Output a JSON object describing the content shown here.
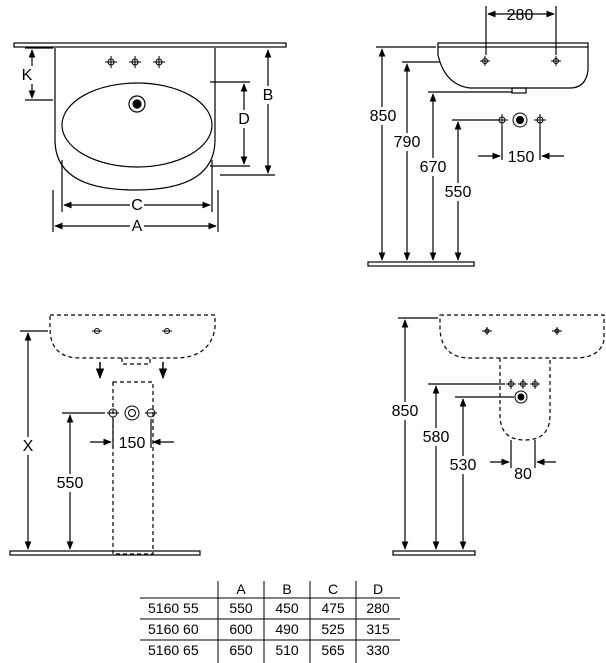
{
  "front_view": {
    "labels": {
      "k": "K",
      "b": "B",
      "d": "D",
      "c": "C",
      "a": "A"
    }
  },
  "side_view": {
    "labels": {
      "top": "280",
      "h850": "850",
      "h790": "790",
      "h670": "670",
      "h550": "550",
      "spacing": "150"
    }
  },
  "pedestal_view": {
    "labels": {
      "x": "X",
      "h550": "550",
      "spacing": "150"
    }
  },
  "semi_pedestal_view": {
    "labels": {
      "h850": "850",
      "h580": "580",
      "h530": "530",
      "width": "80"
    }
  },
  "table": {
    "headers": [
      "",
      "A",
      "B",
      "C",
      "D"
    ],
    "rows": [
      [
        "5160 55",
        "550",
        "450",
        "475",
        "280"
      ],
      [
        "5160 60",
        "600",
        "490",
        "525",
        "315"
      ],
      [
        "5160 65",
        "650",
        "510",
        "565",
        "330"
      ]
    ]
  }
}
